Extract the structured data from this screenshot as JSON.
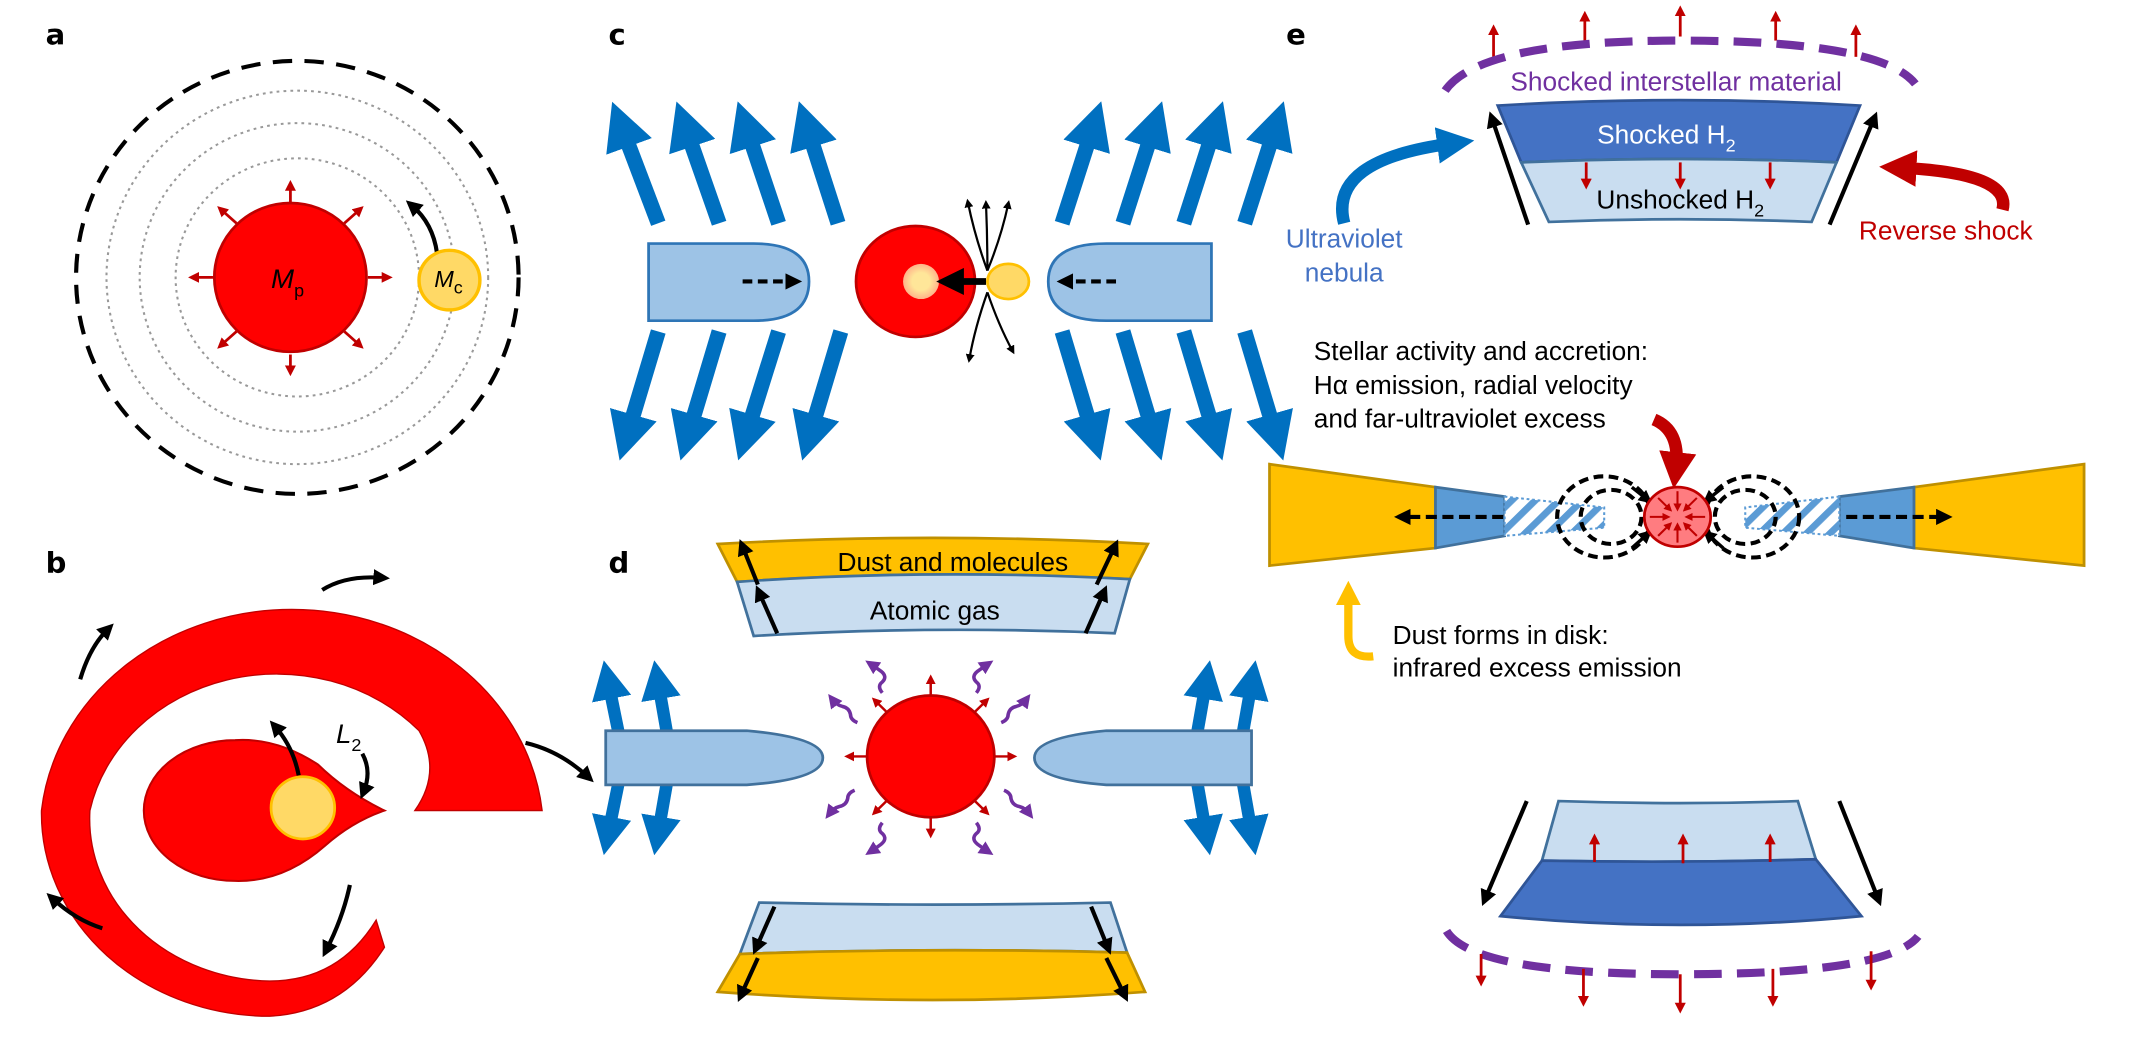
{
  "figure": {
    "panels": {
      "a": {
        "label": "a",
        "primary_symbol": "M",
        "primary_subscript": "p",
        "companion_symbol": "M",
        "companion_subscript": "c"
      },
      "b": {
        "label": "b",
        "lagrange_symbol": "L",
        "lagrange_subscript": "2"
      },
      "c": {
        "label": "c"
      },
      "d": {
        "label": "d",
        "outer_shell_label": "Dust and molecules",
        "inner_shell_label": "Atomic gas"
      },
      "e": {
        "label": "e",
        "ism_label": "Shocked interstellar material",
        "shocked_label": "Shocked H",
        "shocked_sub": "2",
        "unshocked_label": "Unshocked H",
        "unshocked_sub": "2",
        "uv_label_line1": "Ultraviolet",
        "uv_label_line2": "nebula",
        "reverse_shock_label": "Reverse shock",
        "stellar_line1": "Stellar activity and accretion:",
        "stellar_line2": "Hα emission, radial velocity",
        "stellar_line3": "and far-ultraviolet excess",
        "dust_line1": "Dust forms in disk:",
        "dust_line2": "infrared excess emission"
      }
    },
    "colors": {
      "red": "#ff0000",
      "dark_red": "#c00000",
      "yellow": "#ffd966",
      "gold": "#ffc000",
      "blue": "#0070c0",
      "light_blue": "#9dc3e6",
      "pale_blue": "#c9ddf0",
      "mid_blue": "#5b9bd5",
      "shock_blue": "#4472c4",
      "purple": "#7030a0",
      "uv_text": "#4472c4"
    }
  }
}
